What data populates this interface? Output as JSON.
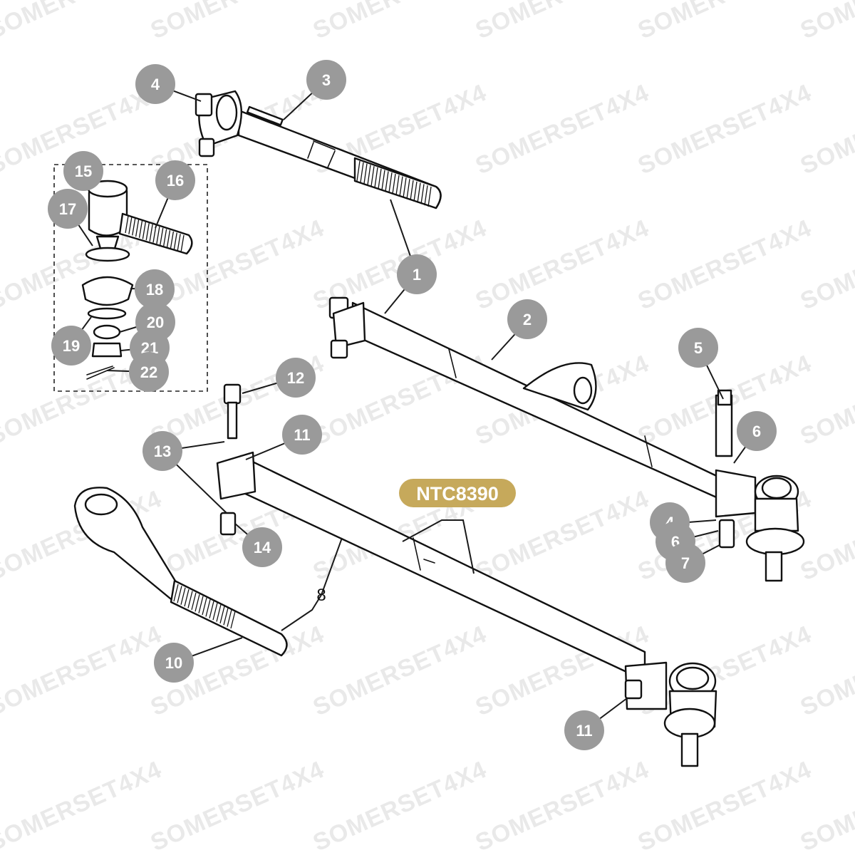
{
  "watermark": "SOMERSET4X4",
  "part_number": "NTC8390",
  "colors": {
    "callout": "#9a9a9a",
    "badge": "#c6a95b",
    "watermark": "#e9e9e9"
  },
  "callouts": [
    "1",
    "2",
    "3",
    "4",
    "4",
    "5",
    "6",
    "6",
    "7",
    "10",
    "11",
    "11",
    "12",
    "13",
    "14",
    "15",
    "16",
    "17",
    "18",
    "19",
    "20",
    "21",
    "22"
  ],
  "plain_label": "8"
}
